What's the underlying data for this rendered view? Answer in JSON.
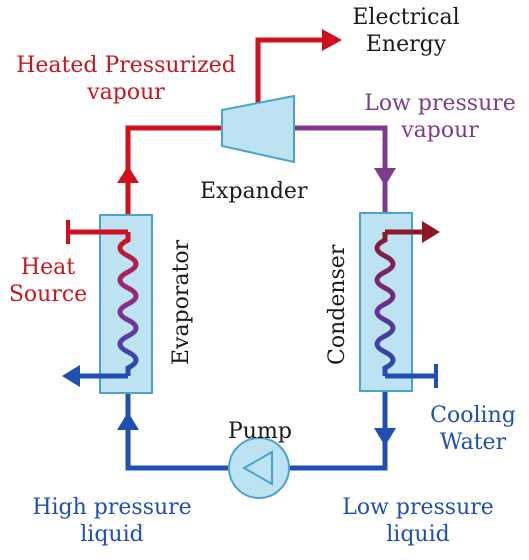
{
  "labels": {
    "electrical_energy_1": "Electrical",
    "electrical_energy_2": "Energy",
    "heated_vapour_1": "Heated Pressurized",
    "heated_vapour_2": "vapour",
    "low_vapour_1": "Low pressure",
    "low_vapour_2": "vapour",
    "expander": "Expander",
    "heat_source_1": "Heat",
    "heat_source_2": "Source",
    "evaporator": "Evaporator",
    "condenser": "Condenser",
    "pump": "Pump",
    "cooling_water_1": "Cooling",
    "cooling_water_2": "Water",
    "high_liquid_1": "High pressure",
    "high_liquid_2": "liquid",
    "low_liquid_1": "Low pressure",
    "low_liquid_2": "liquid"
  },
  "colors": {
    "hot": "#d0101c",
    "low_vapour": "#7e3b8c",
    "liquid": "#1f4fb3",
    "component_fill": "#bde3f2",
    "component_stroke": "#4aa3c8"
  }
}
